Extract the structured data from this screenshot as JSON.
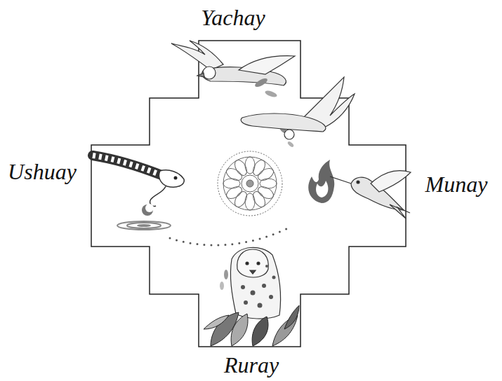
{
  "diagram": {
    "labels": [
      "Yachay",
      "Ushuay",
      "Munay",
      "Ruray"
    ]
  }
}
